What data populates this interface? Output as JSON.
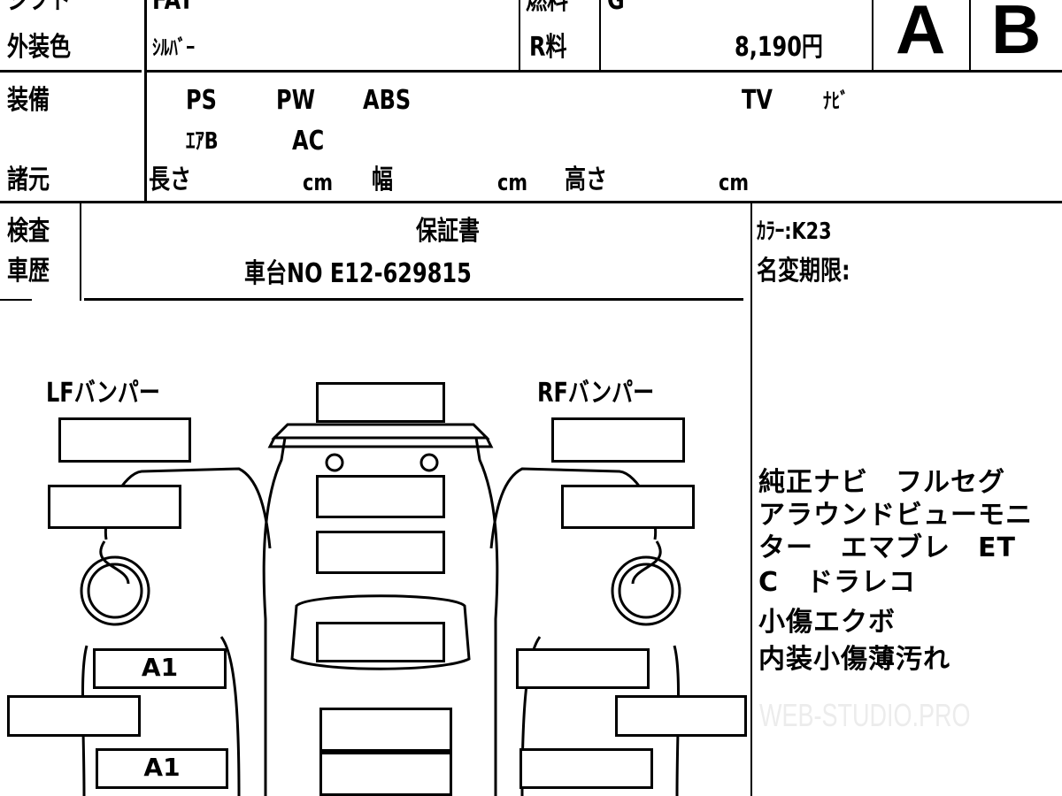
{
  "header": {
    "shift_label": "シフト",
    "shift_value": "FAT",
    "color_label": "外装色",
    "color_value": "ｼﾙﾊﾞｰ",
    "fuel_label": "燃料",
    "fuel_value": "G",
    "recycle_label": "R料",
    "recycle_value": "8,190円",
    "grade_exterior": "A",
    "grade_interior": "B"
  },
  "equipment": {
    "label": "装備",
    "row1": [
      "PS",
      "PW",
      "ABS",
      "TV",
      "ﾅﾋﾞ"
    ],
    "row2": [
      "ｴｱB",
      "AC"
    ]
  },
  "specs": {
    "label": "諸元",
    "length_label": "長さ",
    "width_label": "幅",
    "height_label": "高さ",
    "unit": "cm"
  },
  "inspection": {
    "label1": "検査",
    "label2": "車歴",
    "warranty": "保証書",
    "chassis": "車台NO E12-629815",
    "color_code": "ｶﾗｰ:K23",
    "name_change": "名変期限:"
  },
  "diagram": {
    "lf_bumper": "LFバンパー",
    "rf_bumper": "RFバンパー",
    "left_marks": [
      "A1",
      "A1"
    ]
  },
  "notes": [
    "純正ナビ　フルセグ",
    "アラウンドビューモニ",
    "ター　エマブレ　ET",
    "C　ドラレコ",
    "小傷エクボ",
    "内装小傷薄汚れ"
  ],
  "watermark": "WEB-STUDIO.PRO"
}
